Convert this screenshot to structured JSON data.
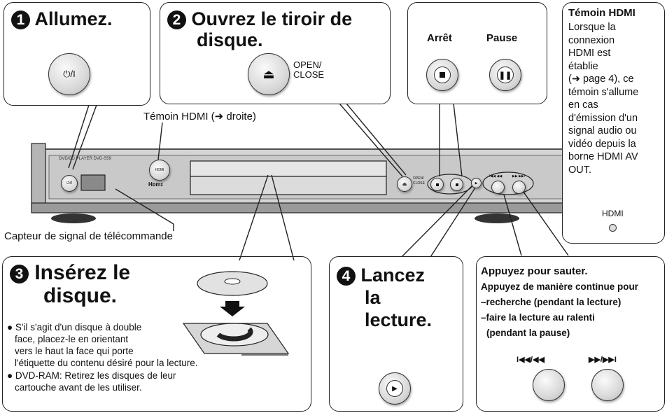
{
  "step1": {
    "number": "1",
    "title": "Allumez.",
    "power_symbol": "⏻/I"
  },
  "step2": {
    "number": "2",
    "title_line1": "Ouvrez le tiroir de",
    "title_line2": "disque.",
    "open_close_line1": "OPEN/",
    "open_close_line2": "CLOSE"
  },
  "stop_pause": {
    "stop_label": "Arrêt",
    "pause_label": "Pause"
  },
  "hdmi_panel": {
    "title": "Témoin HDMI",
    "lines": [
      "Lorsque la",
      "connexion",
      "HDMI est",
      "établie",
      "(➜ page 4), ce",
      "témoin s'allume",
      "en cas",
      "d'émission d'un",
      "signal audio ou",
      "vidéo depuis la",
      "borne HDMI AV",
      "OUT."
    ],
    "indicator_label": "HDMI"
  },
  "callouts": {
    "hdmi_indicator": "Témoin HDMI (➜ droite)",
    "remote_sensor": "Capteur de signal de télécommande"
  },
  "device": {
    "model_line": "DVD/CD PLAYER   DVD-S59",
    "hdmi_badge": "HDMI",
    "hdmi_logo": "Hᴅmɪ",
    "open_close_line1": "OPEN/",
    "open_close_line2": "CLOSE",
    "skip_rev_label": "I◀◀ ◀◀",
    "skip_fwd_label": "▶▶ ▶▶I"
  },
  "step3": {
    "number": "3",
    "title_line1": "Insérez le",
    "title_line2": "disque.",
    "bullet1_lines": [
      "S'il s'agit d'un disque à double",
      "face, placez-le en orientant",
      "vers le haut la face qui porte",
      "l'étiquette du contenu désiré pour la lecture."
    ],
    "bullet2_lines": [
      "DVD-RAM: Retirez les disques de leur",
      "cartouche avant de les utiliser."
    ]
  },
  "step4": {
    "number": "4",
    "title_line1": "Lancez",
    "title_line2": "la",
    "title_line3": "lecture."
  },
  "skip_panel": {
    "line1": "Appuyez pour sauter.",
    "line2": "Appuyez de manière continue pour",
    "line3": "–recherche (pendant la lecture)",
    "line4": "–faire la lecture au ralenti",
    "line5": "(pendant la pause)",
    "rev_label": "I◀◀/◀◀",
    "fwd_label": "▶▶/▶▶I"
  },
  "colors": {
    "ink": "#111111",
    "device_body": "#cfcfcf",
    "button_face": "#e0e0e0"
  }
}
